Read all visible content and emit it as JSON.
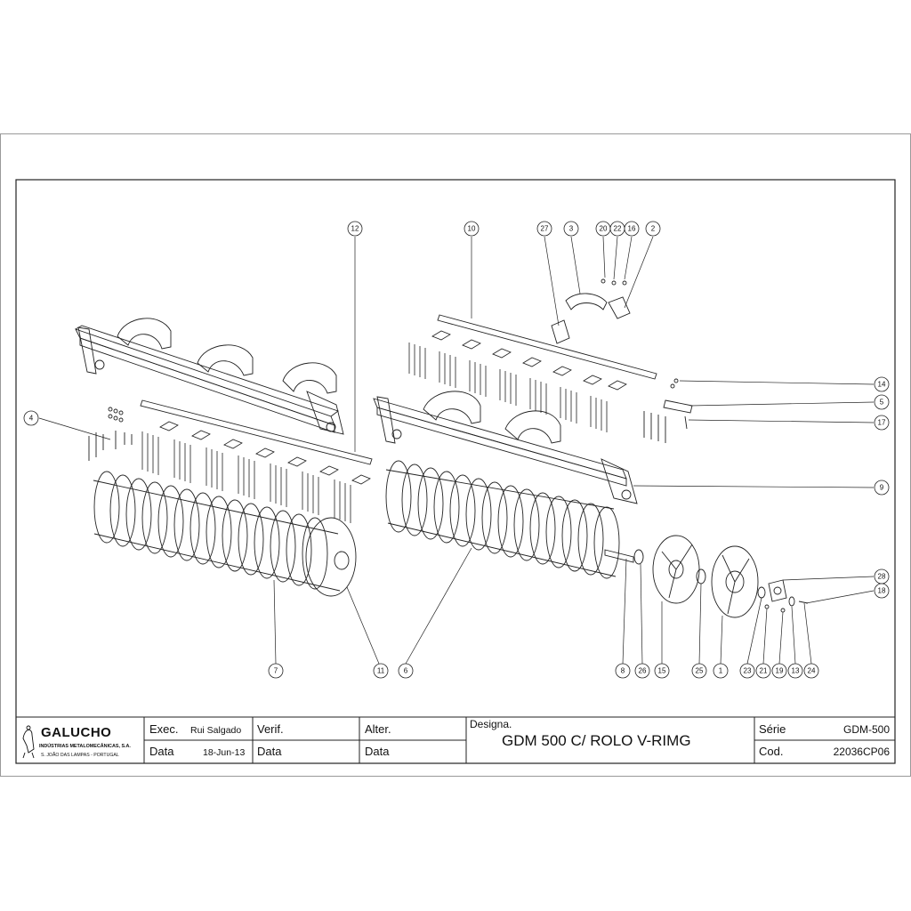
{
  "title_block": {
    "company": "GALUCHO",
    "company_sub1": "INDÚSTRIAS METALOMECÂNICAS, S.A.",
    "company_sub2": "S. JOÃO DAS LAMPAS - PORTUGAL",
    "exec_label": "Exec.",
    "exec_value": "Rui Salgado",
    "data_label": "Data",
    "data_value": "18-Jun-13",
    "verif_label": "Verif.",
    "verif_data_label": "Data",
    "alter_label": "Alter.",
    "alter_data_label": "Data",
    "designa_label": "Designa.",
    "designa_value": "GDM 500 C/ ROLO V-RIMG",
    "serie_label": "Série",
    "serie_value": "GDM-500",
    "cod_label": "Cod.",
    "cod_value": "22036CP06"
  },
  "callouts": [
    "12",
    "10",
    "27",
    "3",
    "20",
    "22",
    "16",
    "2",
    "4",
    "14",
    "5",
    "17",
    "9",
    "28",
    "18",
    "7",
    "11",
    "6",
    "8",
    "26",
    "15",
    "25",
    "1",
    "23",
    "21",
    "19",
    "13",
    "24"
  ],
  "colors": {
    "line": "#222222",
    "frame": "#888888",
    "paper": "#ffffff"
  }
}
